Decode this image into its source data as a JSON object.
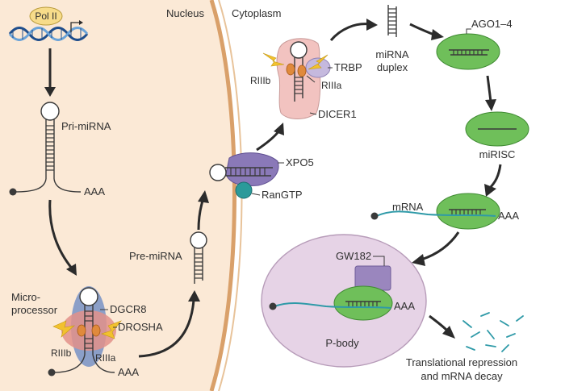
{
  "regions": {
    "nucleus": "Nucleus",
    "cytoplasm": "Cytoplasm"
  },
  "labels": {
    "pol2": "Pol II",
    "pri_mirna": "Pri-miRNA",
    "pri_aaa": "AAA",
    "microprocessor_line1": "Micro-",
    "microprocessor_line2": "processor",
    "dgcr8": "DGCR8",
    "drosha": "DROSHA",
    "rIIIb_micro": "RIIIb",
    "rIIIa_micro": "RIIIa",
    "micro_aaa": "AAA",
    "pre_mirna": "Pre-miRNA",
    "xpo5": "XPO5",
    "rangtp": "RanGTP",
    "rIIIb_dicer": "RIIIb",
    "trbp": "TRBP",
    "rIIIa_dicer": "RIIIa",
    "dicer1": "DICER1",
    "mirna_duplex_line1": "miRNA",
    "mirna_duplex_line2": "duplex",
    "ago": "AGO1–4",
    "mirisc": "miRISC",
    "mrna": "mRNA",
    "mrna_aaa": "AAA",
    "gw182": "GW182",
    "pbody_aaa": "AAA",
    "pbody": "P-body",
    "outcome_line1": "Translational repression",
    "outcome_line2": "and mRNA decay"
  },
  "colors": {
    "nucleus_fill": "#fbe9d6",
    "membrane": "#d9a06a",
    "dna_dark": "#1f4e8c",
    "dna_light": "#6aa3d8",
    "pol2_fill": "#f7dc8a",
    "dgcr8_blue": "#7e97c6",
    "drosha_red": "#e2908a",
    "rnase_orange": "#e08a3c",
    "lightning": "#f2c12e",
    "xpo5_purple": "#8a79b8",
    "rangtp_teal": "#2b9a9a",
    "dicer_pink": "#f2c3c0",
    "trbp_lilac": "#c5b9de",
    "ago_green": "#6fbf5a",
    "pbody_fill": "#e6d3e6",
    "gw182_purple": "#9a86be",
    "rna_teal": "#2f9aa8",
    "arrow": "#2b2b2b"
  },
  "icons": {
    "transcription_start": "bent-arrow-icon",
    "cap": "5-prime-cap-icon",
    "cleavage": "lightning-bolt-icon",
    "fragments": "rna-fragment-icon"
  }
}
